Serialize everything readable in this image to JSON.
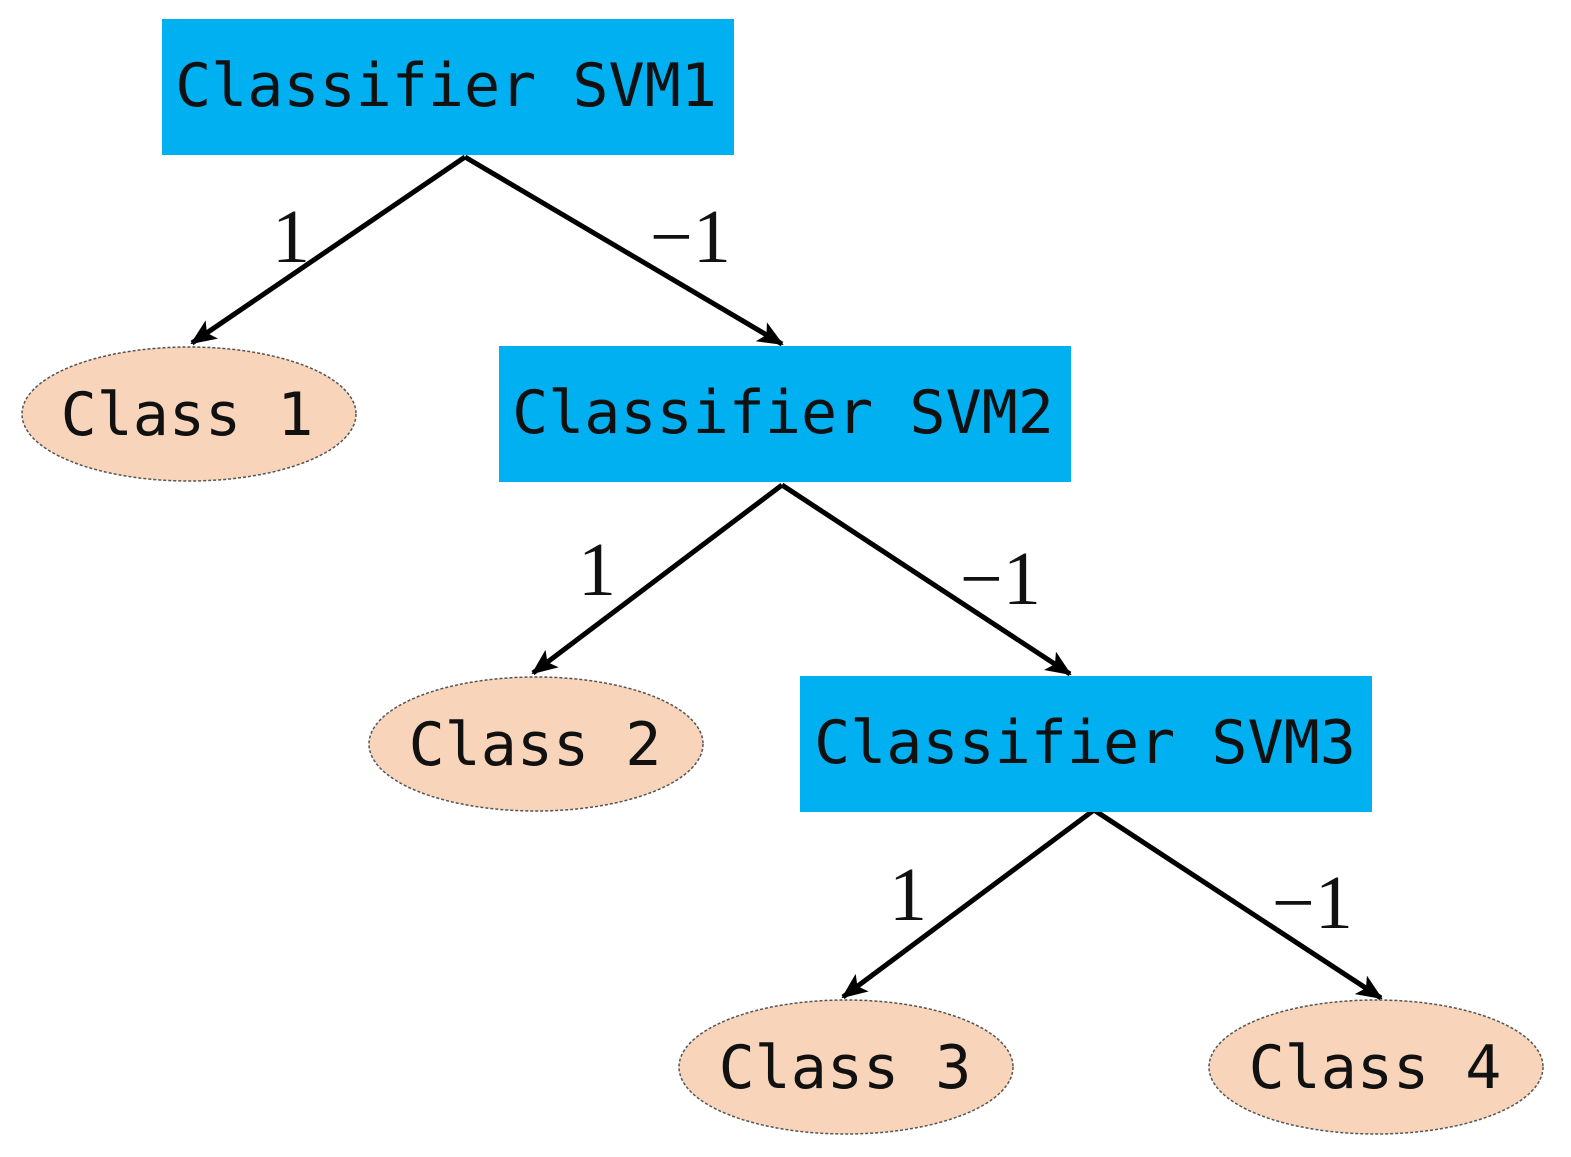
{
  "colors": {
    "classifier_fill": "#00B0F0",
    "class_fill": "#F8D5BA",
    "edge": "#000000",
    "text": "#111111"
  },
  "classifiers": [
    {
      "id": "svm1",
      "label": "Classifier SVM1"
    },
    {
      "id": "svm2",
      "label": "Classifier SVM2"
    },
    {
      "id": "svm3",
      "label": "Classifier SVM3"
    }
  ],
  "classes": [
    {
      "id": "c1",
      "label": "Class 1"
    },
    {
      "id": "c2",
      "label": "Class 2"
    },
    {
      "id": "c3",
      "label": "Class 3"
    },
    {
      "id": "c4",
      "label": "Class 4"
    }
  ],
  "edges": [
    {
      "from": "svm1",
      "to": "c1",
      "label": "1"
    },
    {
      "from": "svm1",
      "to": "svm2",
      "label": "−1"
    },
    {
      "from": "svm2",
      "to": "c2",
      "label": "1"
    },
    {
      "from": "svm2",
      "to": "svm3",
      "label": "−1"
    },
    {
      "from": "svm3",
      "to": "c3",
      "label": "1"
    },
    {
      "from": "svm3",
      "to": "c4",
      "label": "−1"
    }
  ]
}
